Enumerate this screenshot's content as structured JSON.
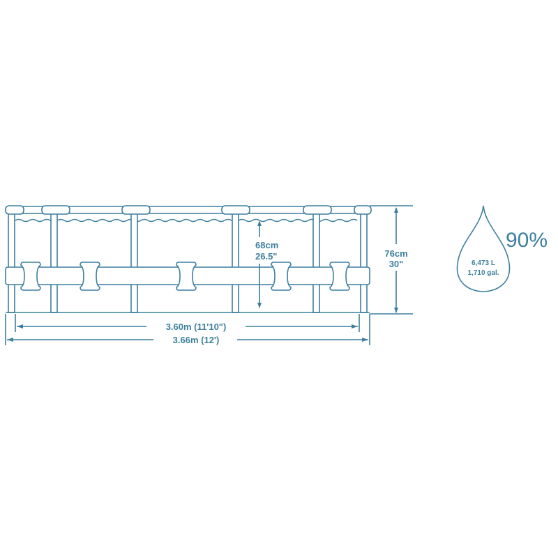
{
  "pool": {
    "water_depth_cm": "68cm",
    "water_depth_in": "26.5\"",
    "height_cm": "76cm",
    "height_in": "30\"",
    "inner_diameter": "3.60m (11'10\")",
    "outer_diameter": "3.66m (12')"
  },
  "capacity": {
    "fill_percent": "90%",
    "liters": "6,473 L",
    "gallons": "1,710 gal."
  },
  "colors": {
    "line": "#3d7f9f"
  }
}
